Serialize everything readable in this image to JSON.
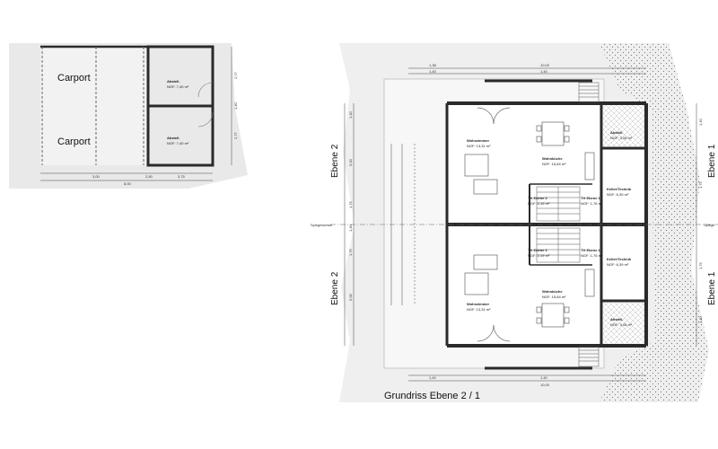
{
  "carport": {
    "label_1": "Carport",
    "label_2": "Carport",
    "store_1_name": "Abstell.",
    "store_1_area": "NGF: 7,40 m²",
    "store_2_name": "Abstell.",
    "store_2_area": "NGF: 7,40 m²",
    "dims": [
      "3,00",
      "2,50",
      "3,75",
      "8,00",
      "2,77",
      "1,40",
      "2,77"
    ]
  },
  "house": {
    "top_unit": {
      "living_name": "Wohnzimmer",
      "living_area": "NGF: 13,31 m²",
      "kitchen_name": "Wohnküche",
      "kitchen_area": "NGF: 15,84 m²",
      "store_name": "Abstell.",
      "store_area": "NGF: 3,06 m²",
      "tech_name": "Keller/Technik",
      "tech_area": "NGF: 6,39 m²",
      "stair_2_name": "TH Ebene 2",
      "stair_2_area": "NGF: 2,19 m²",
      "stair_1_name": "TH Ebene 1",
      "stair_1_area": "NGF: 1,76 m²"
    },
    "bottom_unit": {
      "living_name": "Wohnzimmer",
      "living_area": "NGF: 13,31 m²",
      "kitchen_name": "Wohnküche",
      "kitchen_area": "NGF: 15,84 m²",
      "store_name": "Abstell.",
      "store_area": "NGF: 3,06 m²",
      "tech_name": "Keller/Technik",
      "tech_area": "NGF: 6,39 m²",
      "stair_2_name": "TH Ebene 2",
      "stair_2_area": "NGF: 2,19 m²",
      "stair_1_name": "TH Ebene 1",
      "stair_1_area": "NGF: 1,76 m²"
    },
    "dims_top": [
      "1,38",
      "1,40",
      "10,00",
      "1,40"
    ],
    "dims_bottom": [
      "1,40",
      "1,40",
      "10,00"
    ],
    "dims_left": [
      "1,40",
      "5,00",
      "1,75",
      "1,40",
      "1,75",
      "5,00"
    ],
    "dims_right": [
      "1,40",
      "1,75",
      "1,75",
      "1,40"
    ],
    "mirror_axis_left": "Spiegelachse",
    "mirror_axis_right": "Spiege",
    "level_left_top": "Ebene 2",
    "level_left_bottom": "Ebene 2",
    "level_right_top": "Ebene 1",
    "level_right_bottom": "Ebene 1"
  },
  "title": "Grundriss Ebene 2 / 1",
  "colors": {
    "wall": "#2a2a2a",
    "hatch": "#8a8a8a",
    "terrain": "#e6e6e6",
    "line": "#555555"
  }
}
